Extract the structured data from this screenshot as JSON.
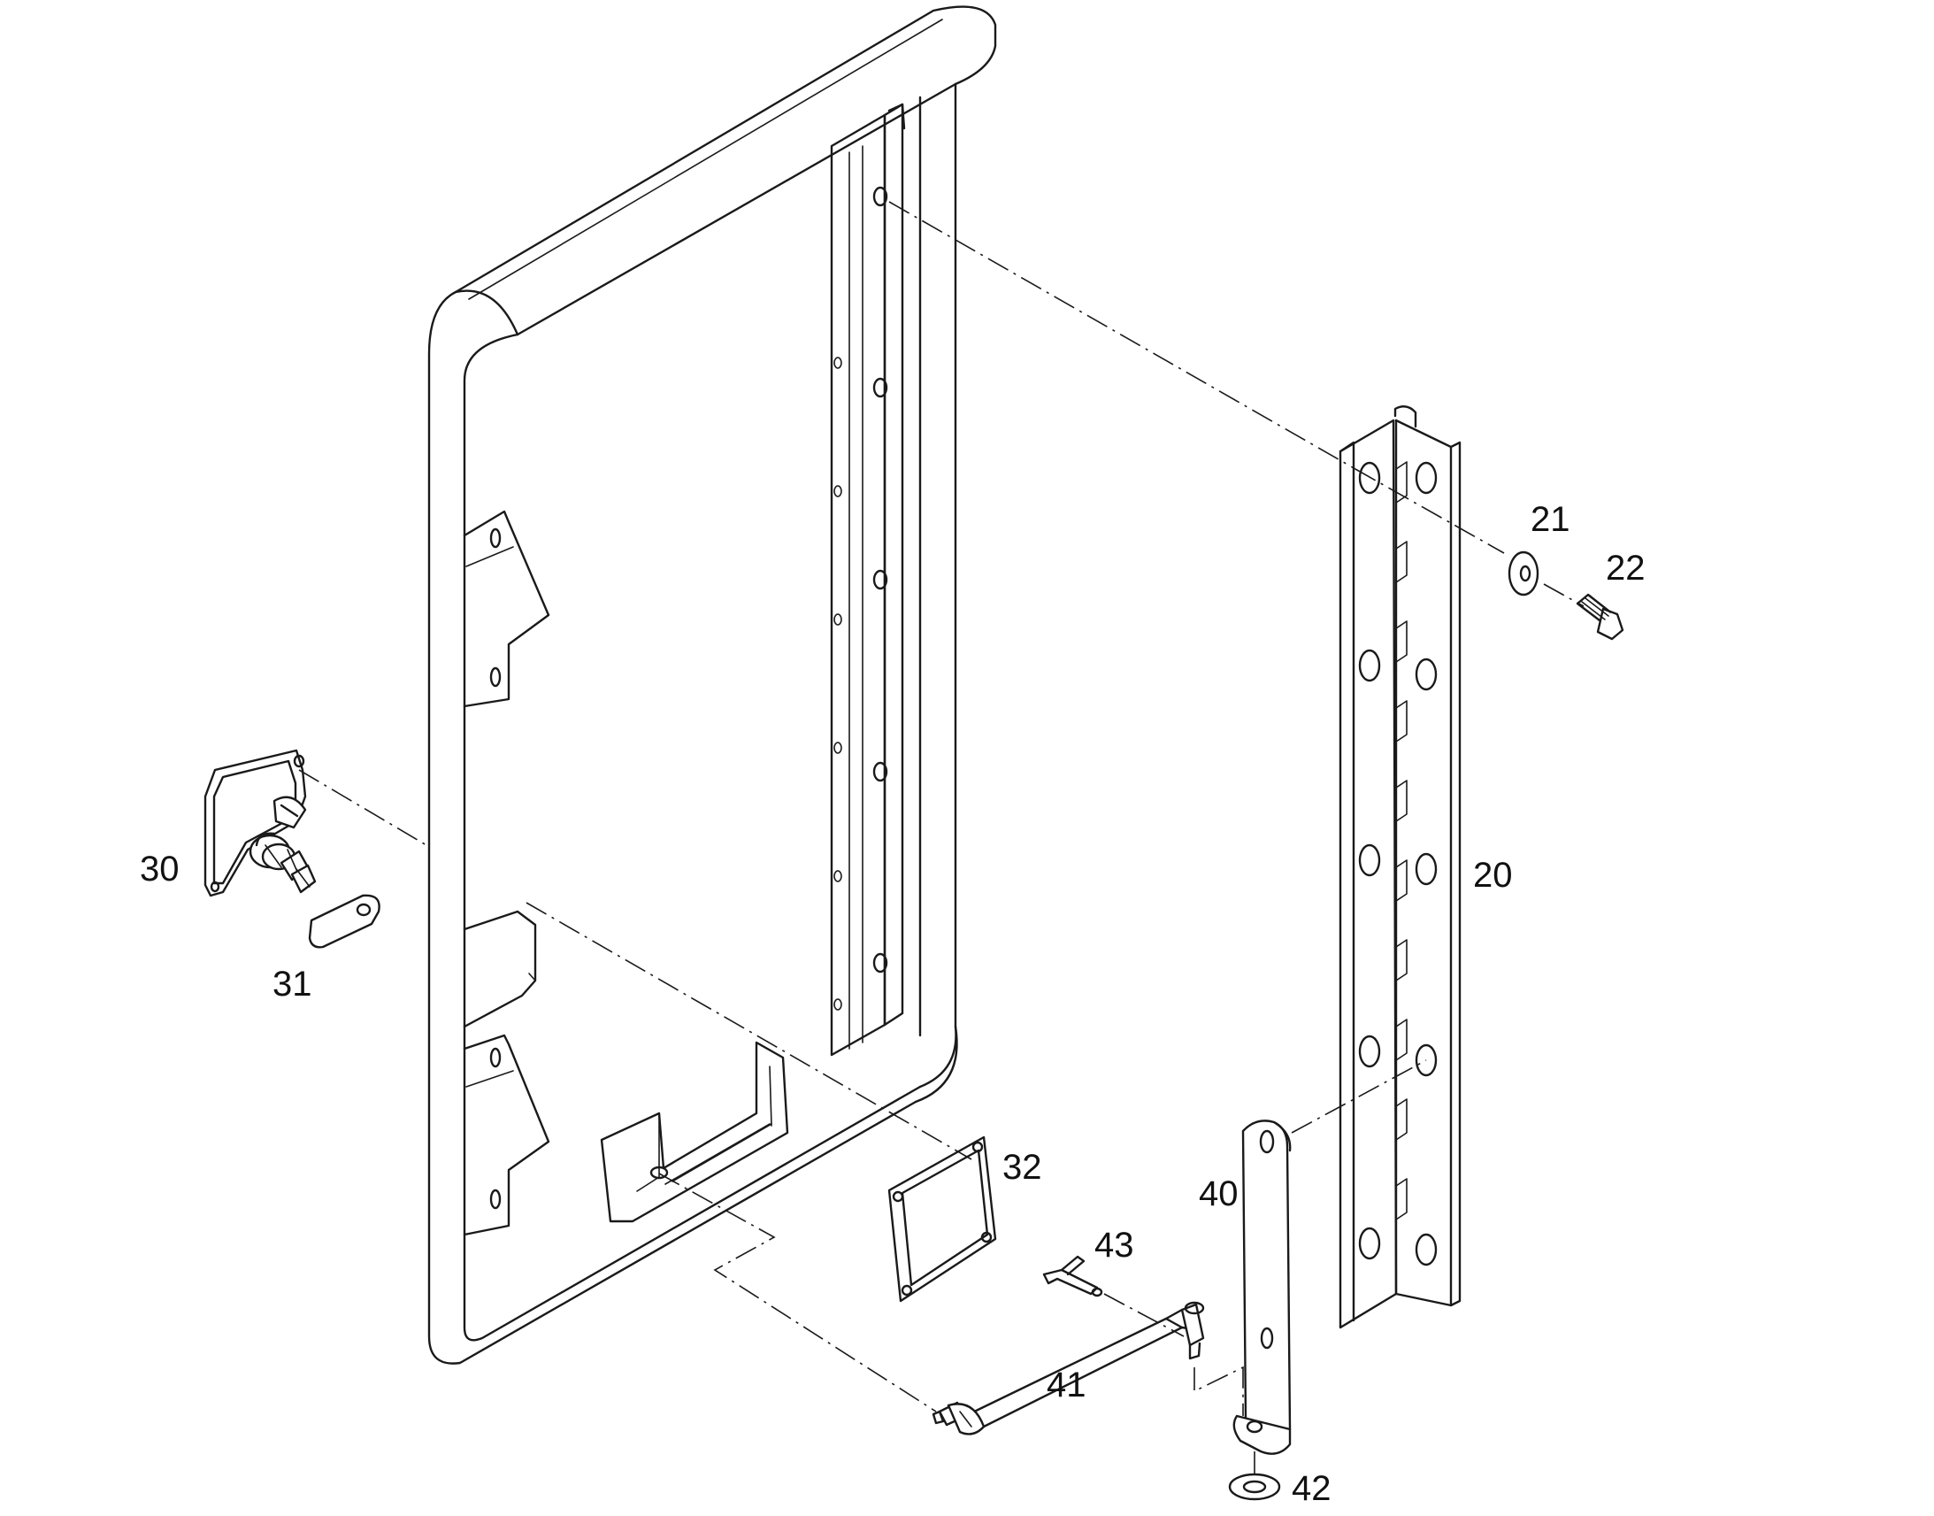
{
  "labels": {
    "p20": "20",
    "p21": "21",
    "p22": "22",
    "p30": "30",
    "p31": "31",
    "p32": "32",
    "p40": "40",
    "p41": "41",
    "p42": "42",
    "p43": "43"
  },
  "colors": {
    "line": "#1a1a1a",
    "background": "#ffffff"
  }
}
